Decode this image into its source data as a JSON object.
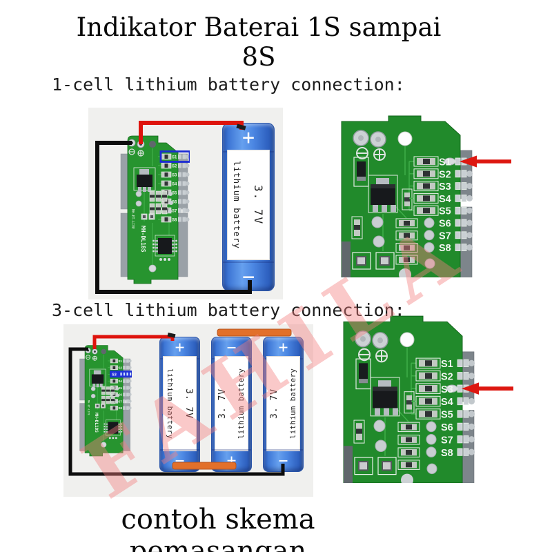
{
  "title": "Indikator Baterai 1S sampai 8S",
  "caption": "contoh skema pemasangan",
  "watermark": "FAHILA",
  "sections": [
    {
      "heading": "1-cell lithium battery connection:"
    },
    {
      "heading": "3-cell lithium battery connection:"
    }
  ],
  "battery": {
    "voltage": "3. 7V",
    "name": "lithium battery",
    "plus": "+",
    "minus": "−"
  },
  "board": {
    "model": "MH-DL18S",
    "brand": "MH-ET-LIVE",
    "pads": [
      "S1",
      "S2",
      "S3",
      "S4",
      "S5",
      "S6",
      "S7",
      "S8"
    ]
  },
  "closeups": [
    {
      "arrow_at": "S1"
    },
    {
      "arrow_at": "S3"
    }
  ],
  "colors": {
    "pcb_green": "#27942f",
    "battery_blue": "#3e77d6",
    "wire_red": "#de140d",
    "wire_black": "#0d0d0d",
    "strap_orange": "#e2702a",
    "annotation_blue": "#1b2ad4",
    "arrow_red": "#dd1710",
    "watermark_pink": "#f27e7e"
  }
}
